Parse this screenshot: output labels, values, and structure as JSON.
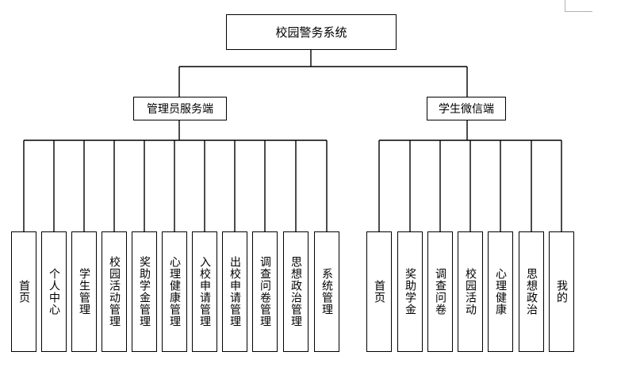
{
  "colors": {
    "line": "#000000",
    "background": "#ffffff"
  },
  "root": {
    "label": "校园警务系统"
  },
  "branches": [
    {
      "label": "管理员服务端",
      "children": [
        "首页",
        "个人中心",
        "学生管理",
        "校园活动管理",
        "奖助学金管理",
        "心理健康管理",
        "入校申请管理",
        "出校申请管理",
        "调查问卷管理",
        "思想政治管理",
        "系统管理"
      ]
    },
    {
      "label": "学生微信端",
      "children": [
        "首页",
        "奖助学金",
        "调查问卷",
        "校园活动",
        "心理健康",
        "思想政治",
        "我的"
      ]
    }
  ]
}
